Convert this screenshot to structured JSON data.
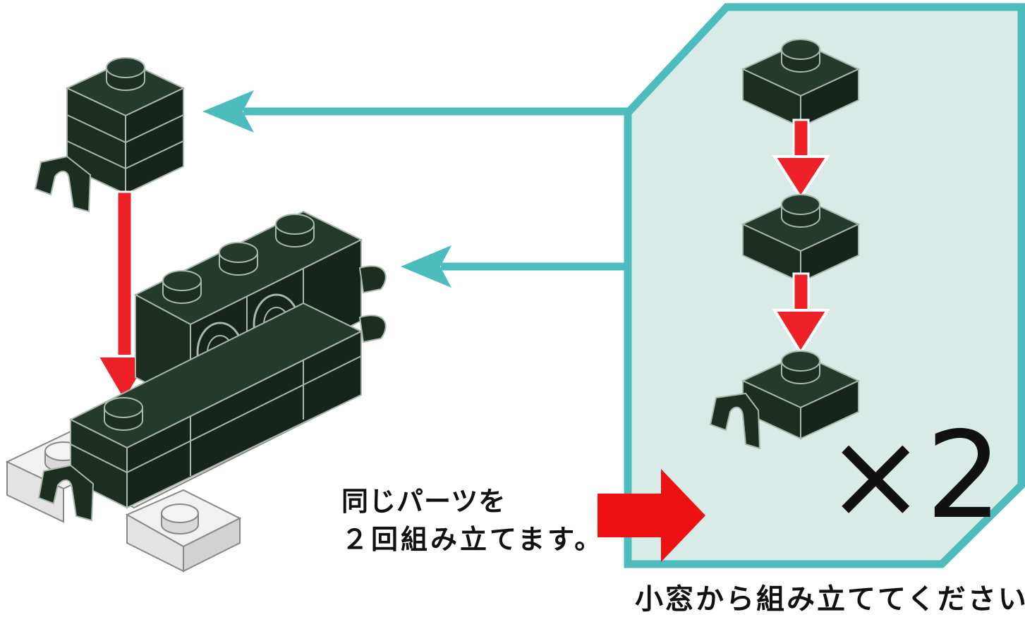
{
  "instructions": {
    "note_line1": "同じパーツを",
    "note_line2": "２回組み立てます。",
    "footer": "小窓から組み立ててください",
    "multiplier": "×2"
  },
  "colors": {
    "brick": "#1c2e22",
    "brick_top": "#243a2c",
    "brick_edge": "#a9b8ad",
    "plate_light": "#e3e3e3",
    "plate_light_top": "#f1f1f1",
    "panel_fill": "#d8ebe7",
    "panel_border": "#4cbcbc",
    "teal_arrow": "#4cbcbc",
    "red_arrow": "#ee2028",
    "big_arrow": "#ee1111"
  },
  "icons": [
    "brick-1x1-clip-icon",
    "brick-assembly-icon",
    "plate-1x1-icon",
    "plate-clip-icon",
    "down-arrow-icon",
    "left-arrow-icon",
    "right-arrow-icon"
  ]
}
